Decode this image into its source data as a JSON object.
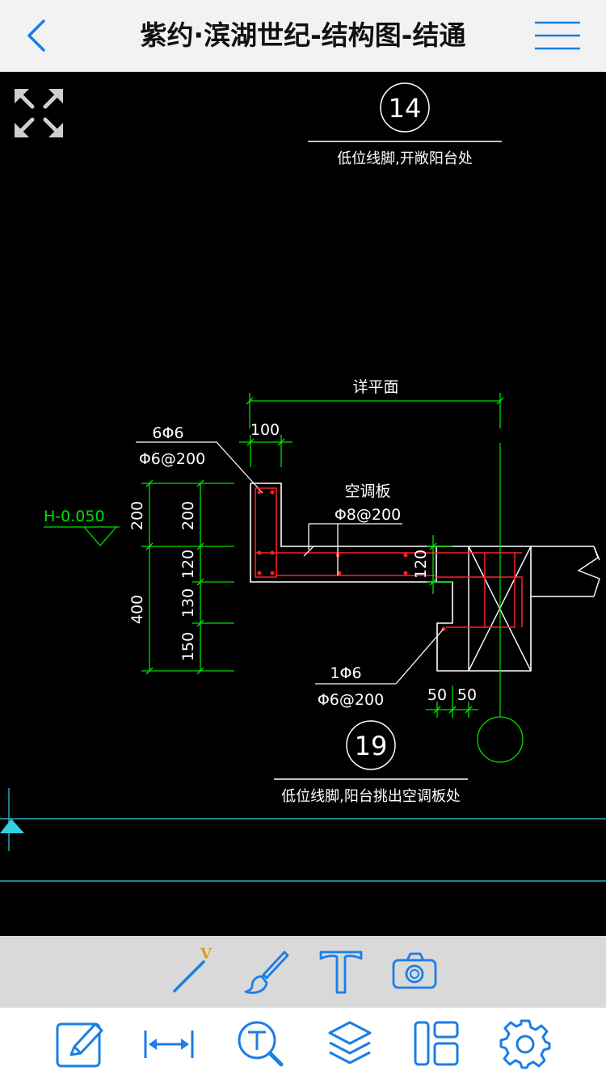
{
  "header": {
    "title": "紫约·滨湖世纪-结构图-结通"
  },
  "drawing": {
    "detail_top_number": "14",
    "detail_top_caption": "低位线脚,开敞阳台处",
    "detail_plan_label": "详平面",
    "dim_100": "100",
    "rebar_6phi6": "6Φ6",
    "rebar_phi6_200_top": "Φ6@200",
    "elevation": "H-0.050",
    "dim_200_a": "200",
    "dim_200_b": "200",
    "dim_400": "400",
    "dim_120_a": "120",
    "dim_130": "130",
    "dim_150": "150",
    "ac_board": "空调板",
    "rebar_phi8_200": "Φ8@200",
    "dim_120_b": "120",
    "rebar_1phi6": "1Φ6",
    "rebar_phi6_200_bottom": "Φ6@200",
    "dim_50_a": "50",
    "dim_50_b": "50",
    "detail_bottom_number": "19",
    "detail_bottom_caption": "低位线脚,阳台挑出空调板处"
  },
  "colors": {
    "accent": "#1a7ee6",
    "cad_white": "#ffffff",
    "cad_green": "#00e000",
    "cad_red": "#ff2020",
    "cad_cyan": "#30d0e0",
    "toolbar_top": "#d9d9d9",
    "header_bg": "#f2f2f2",
    "badge_gold": "#d4a017"
  },
  "toolbar_top": {
    "line_tool_badge": "V",
    "items": [
      "line-tool-icon",
      "brush-icon",
      "text-tool-icon",
      "camera-icon"
    ]
  },
  "toolbar_bottom": {
    "items": [
      "edit-icon",
      "measure-icon",
      "text-search-icon",
      "layers-icon",
      "layout-icon",
      "settings-icon"
    ]
  }
}
